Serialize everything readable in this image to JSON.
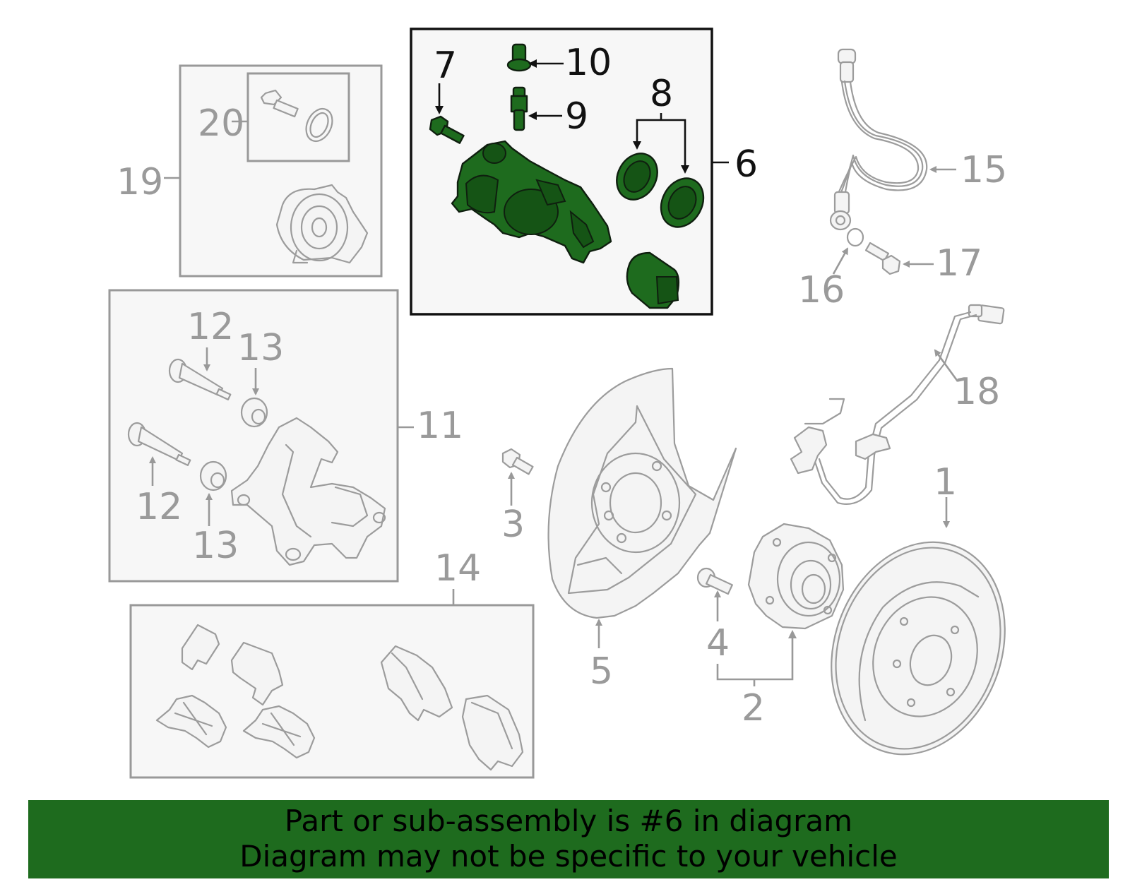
{
  "diagram": {
    "highlighted_part": "6",
    "highlight_color": "#1e6b1e",
    "callouts": {
      "c1": "1",
      "c2": "2",
      "c3": "3",
      "c4": "4",
      "c5": "5",
      "c6": "6",
      "c7": "7",
      "c8": "8",
      "c9": "9",
      "c10": "10",
      "c11": "11",
      "c12a": "12",
      "c12b": "12",
      "c13a": "13",
      "c13b": "13",
      "c14": "14",
      "c15": "15",
      "c16": "16",
      "c17": "17",
      "c18": "18",
      "c19": "19",
      "c20": "20"
    }
  },
  "banner": {
    "line1": "Part or sub-assembly is #6 in diagram",
    "line2": "Diagram may not be specific to your vehicle",
    "background": "#1e6b1e"
  }
}
